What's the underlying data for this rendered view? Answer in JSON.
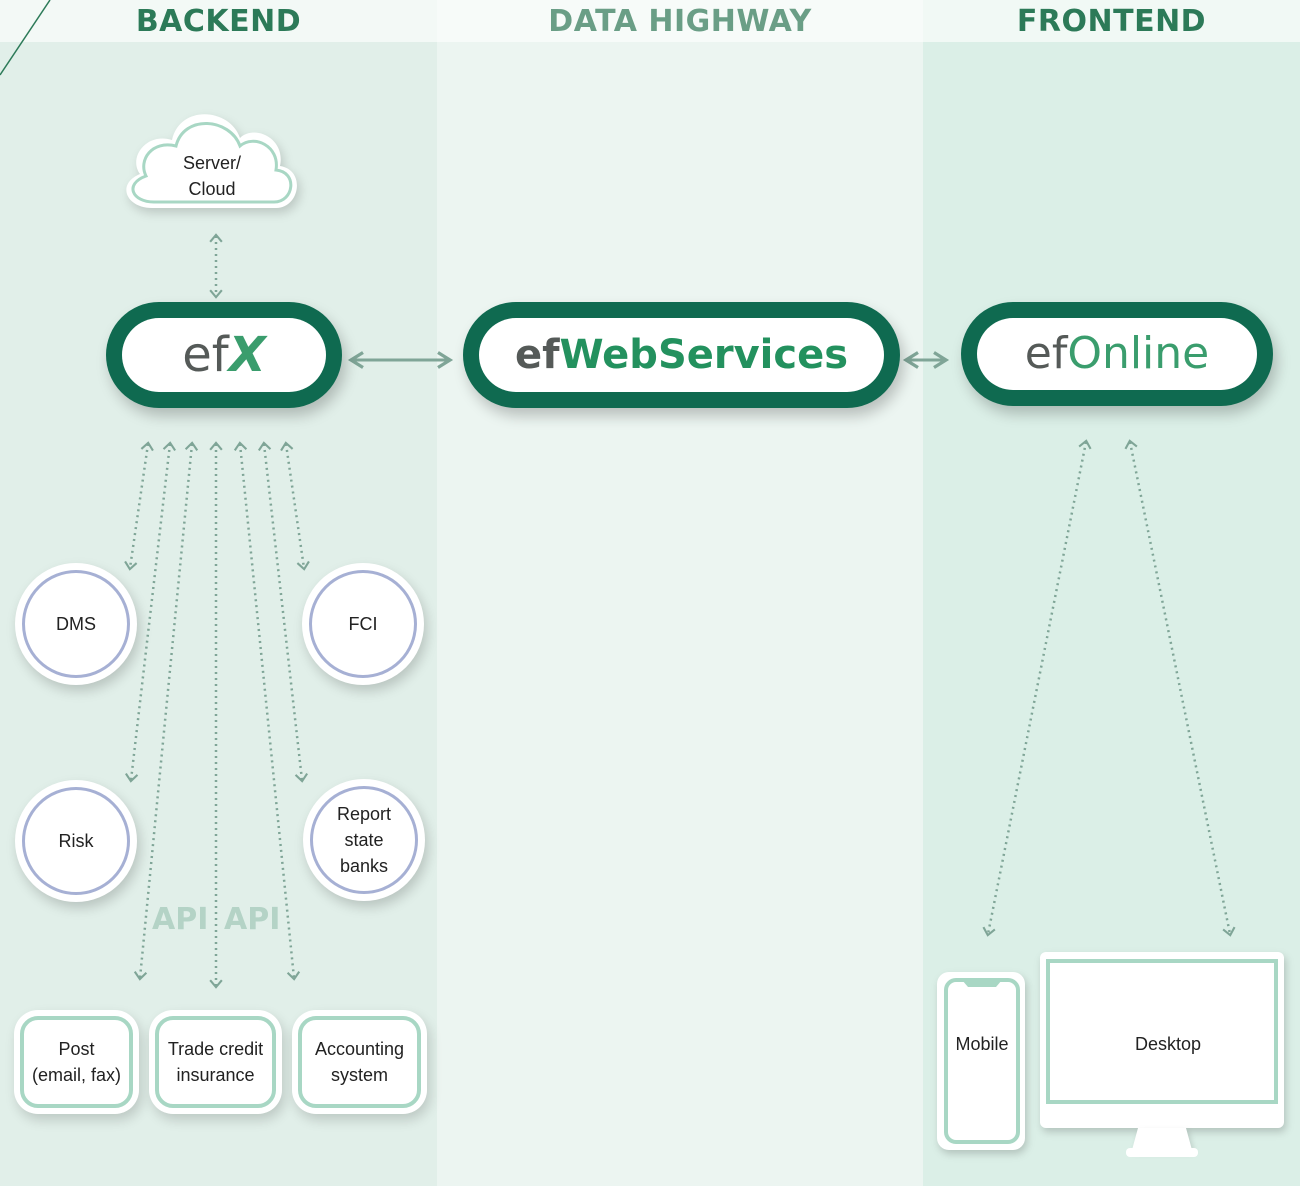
{
  "columns": {
    "backend": "BACKEND",
    "highway": "DATA HIGHWAY",
    "frontend": "FRONTEND"
  },
  "server": {
    "line1": "Server/",
    "line2": "Cloud"
  },
  "logos": {
    "efx": {
      "prefix": "ef",
      "main": "X"
    },
    "webservices": {
      "prefix": "ef",
      "main": "WebServices"
    },
    "online": {
      "prefix": "ef",
      "main": "Online"
    }
  },
  "modules": {
    "dms": "DMS",
    "fci": "FCI",
    "risk": "Risk",
    "report": {
      "line1": "Report",
      "line2": "state",
      "line3": "banks"
    }
  },
  "api_labels": [
    "API",
    "API"
  ],
  "integrations": {
    "post": {
      "line1": "Post",
      "line2": "(email, fax)"
    },
    "trade": {
      "line1": "Trade credit",
      "line2": "insurance"
    },
    "accounting": {
      "line1": "Accounting",
      "line2": "system"
    }
  },
  "devices": {
    "mobile": "Mobile",
    "desktop": "Desktop"
  },
  "colors": {
    "brand_dark": "#0f6a50",
    "brand_green": "#3a9d6d",
    "connector": "#7fa597",
    "module_ring": "#a6b0d4",
    "box_ring": "#a8d7c4"
  }
}
